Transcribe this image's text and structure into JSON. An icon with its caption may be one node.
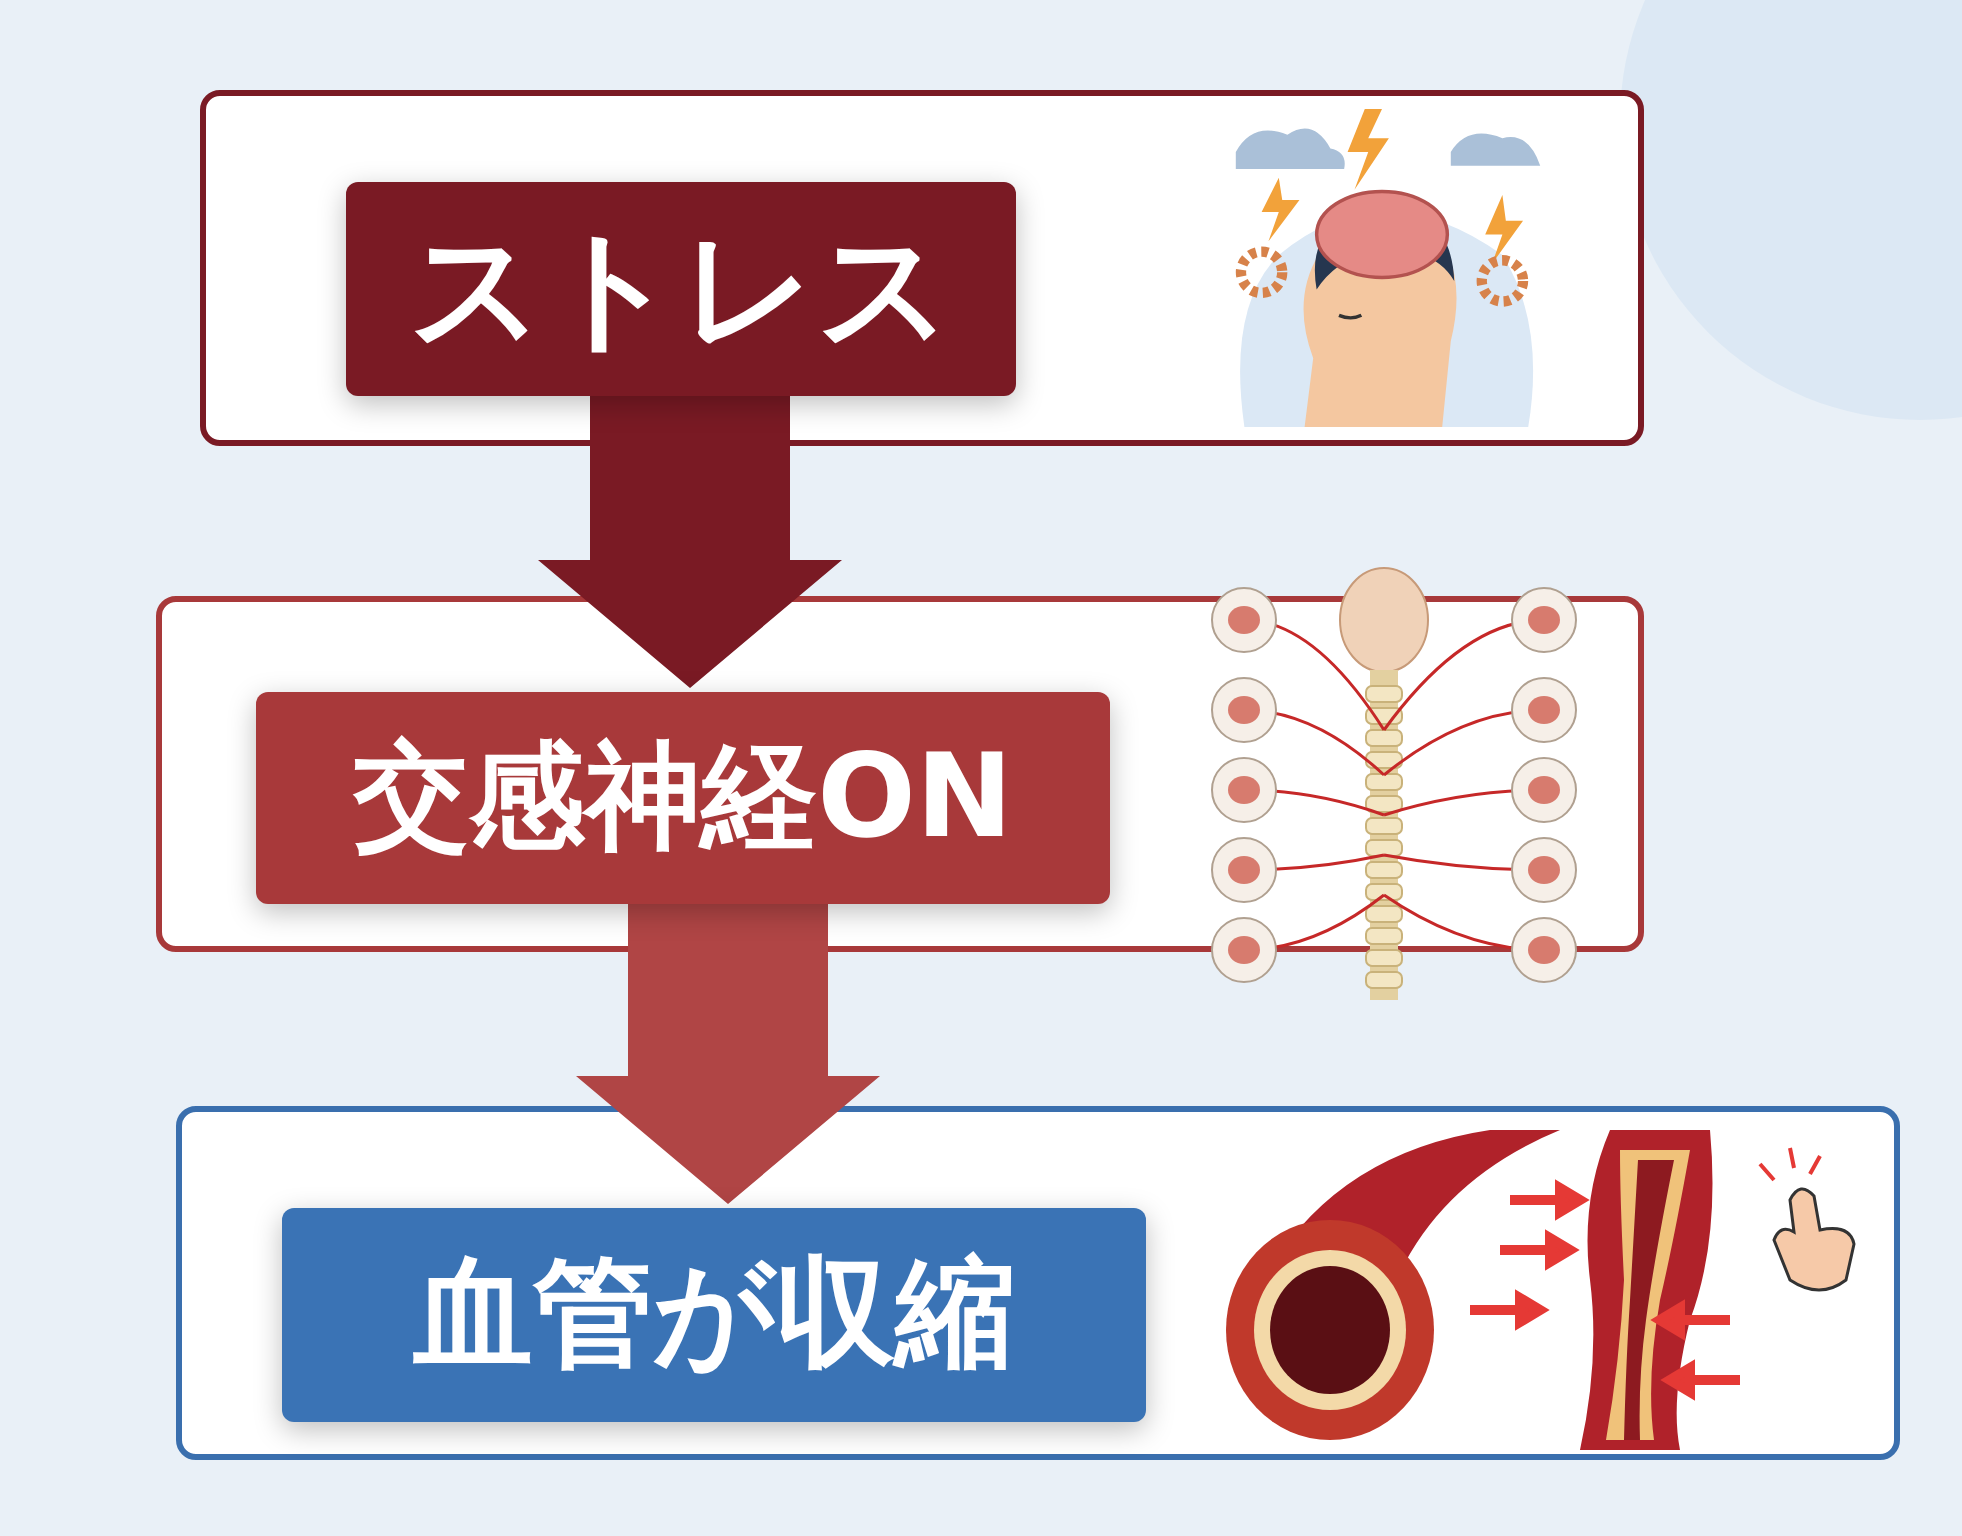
{
  "diagram": {
    "nodes": [
      {
        "text": [],
        "shape": "box"
      },
      {
        "text": [
          "ストレス"
        ],
        "in": 0
      },
      {
        "text": [],
        "shape": "box"
      },
      {
        "text": [
          "交感神経ON"
        ],
        "in": 2
      },
      {
        "text": [],
        "shape": "box"
      },
      {
        "text": [
          "血管が収縮"
        ],
        "in": 4
      }
    ],
    "edges": [
      {
        "from": 1,
        "to": 3,
        "arrow": "to"
      },
      {
        "from": 3,
        "to": 5,
        "arrow": "to"
      }
    ]
  }
}
